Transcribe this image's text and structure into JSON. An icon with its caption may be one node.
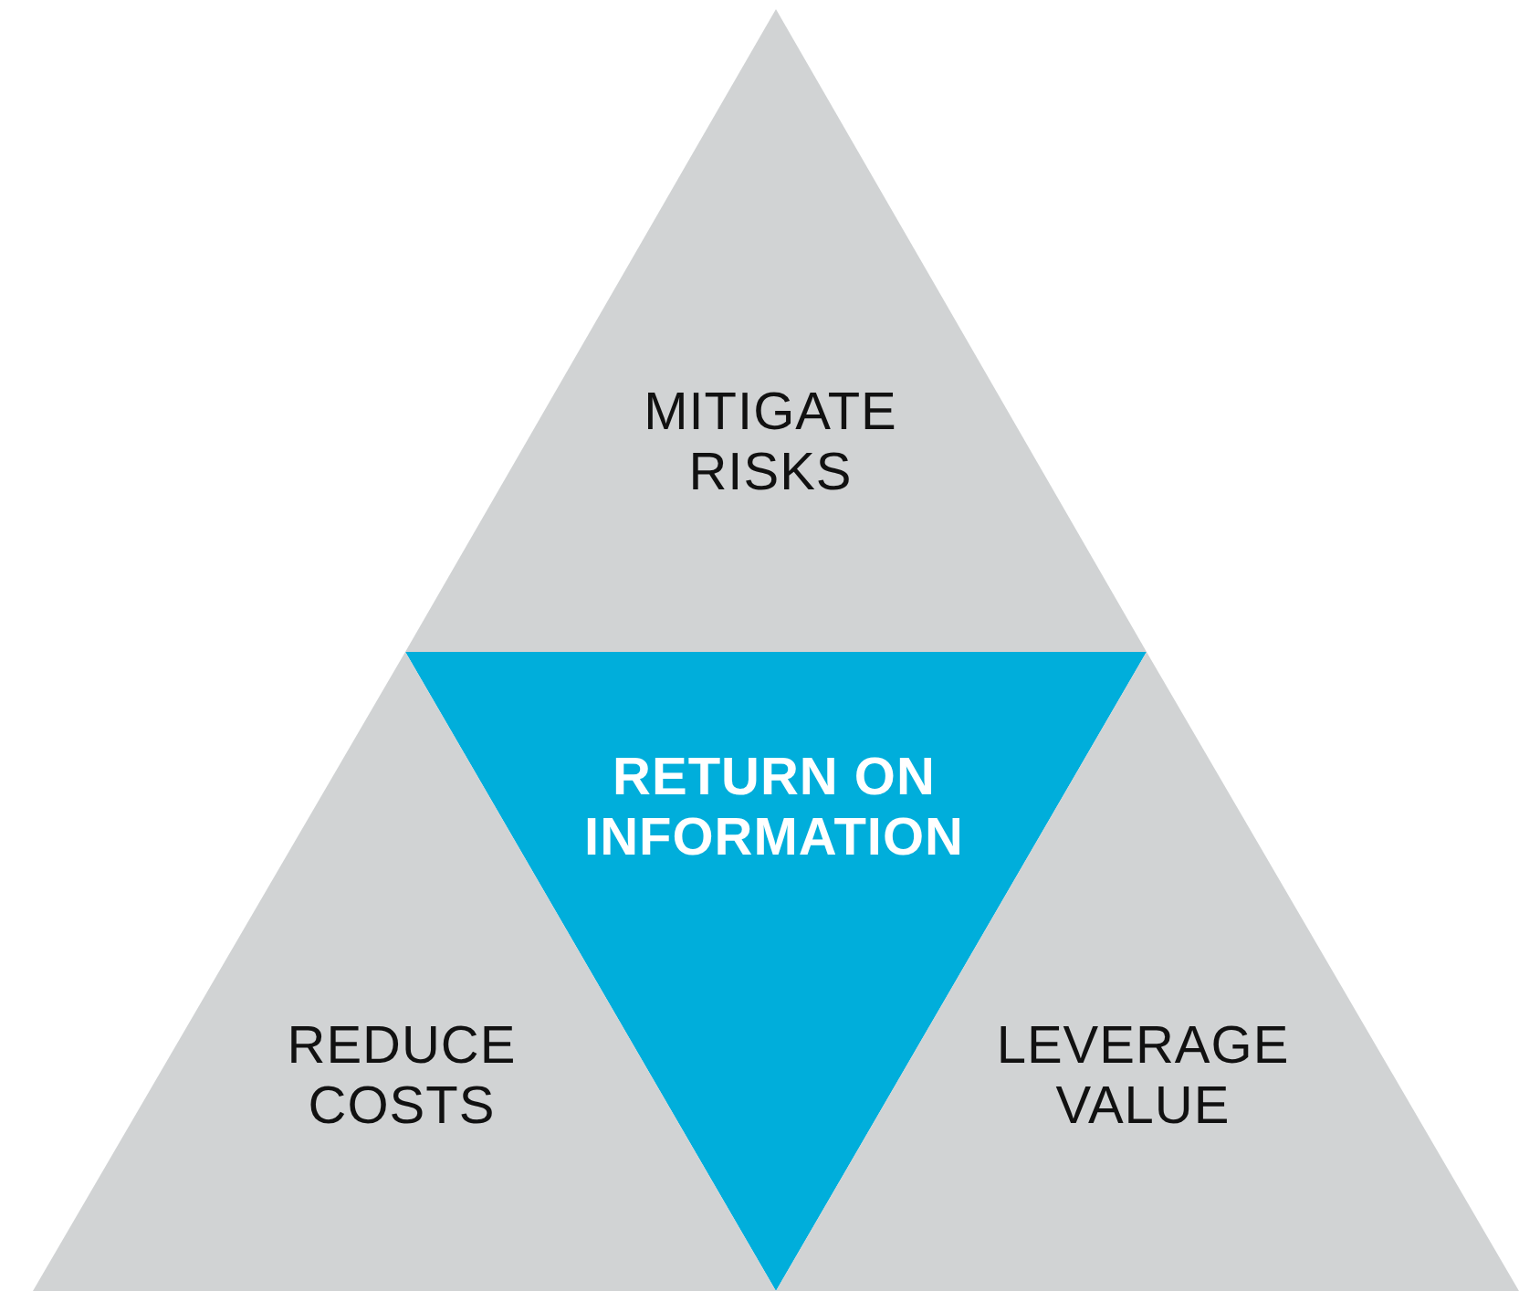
{
  "diagram": {
    "nodes": [
      {
        "text": [
          "MITIGATE RISKS"
        ]
      },
      {
        "text": [
          "RETURN ON INFORMATION"
        ]
      },
      {
        "text": [
          "REDUCE COSTS"
        ]
      },
      {
        "text": [
          "LEVERAGE VALUE"
        ]
      }
    ]
  }
}
